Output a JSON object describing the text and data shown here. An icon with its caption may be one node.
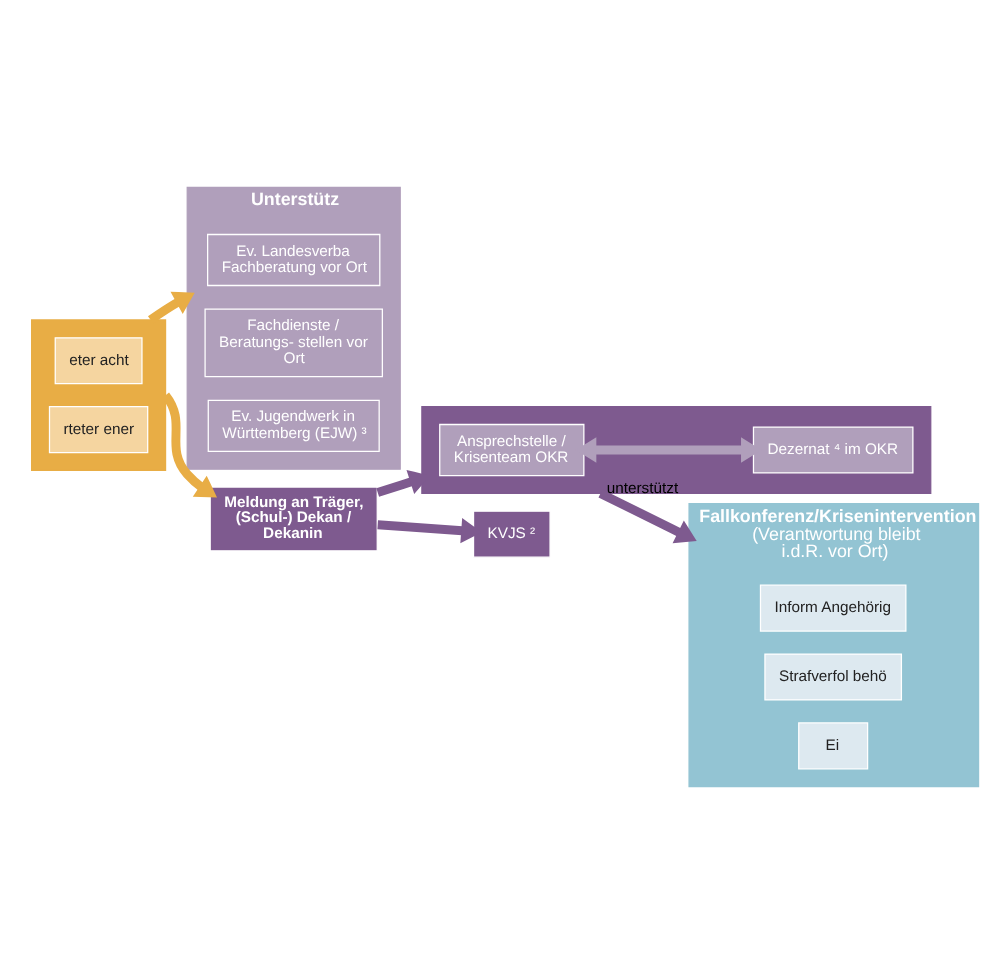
{
  "diagram": {
    "nodes": [
      {
        "text": [],
        "shape": "box"
      },
      {
        "text": [
          "eter acht"
        ],
        "in": 0
      },
      {
        "text": [
          "rteter ener"
        ],
        "in": 0
      },
      {
        "text": [
          "Unterstütz"
        ]
      },
      {
        "text": [
          "Ev. Landesverba Fachberatung vor Ort"
        ],
        "in": 3
      },
      {
        "text": [
          "Fachdienste / Beratungs- stellen vor Ort"
        ],
        "in": 3
      },
      {
        "text": [
          "Ev. Jugendwerk in Württemberg (EJW) ³"
        ],
        "in": 3
      },
      {
        "text": [
          "Meldung an Träger, (Schul-) Dekan / Dekanin"
        ]
      },
      {
        "text": [],
        "shape": "box"
      },
      {
        "text": [
          "Ansprechstelle / Krisenteam OKR"
        ],
        "in": 8
      },
      {
        "text": [
          "Dezernat ⁴ im OKR"
        ],
        "in": 8
      },
      {
        "text": [
          "KVJS ²"
        ]
      },
      {
        "text": [
          "Fallkonferenz/Krisenintervention",
          "(Verantwortung bleibt i.d.R. vor Ort)"
        ]
      },
      {
        "text": [
          "Inform Angehörig"
        ],
        "in": 12
      },
      {
        "text": [
          "Strafverfol behö"
        ],
        "in": 12
      },
      {
        "text": [
          "Ei"
        ],
        "in": 12
      }
    ],
    "edges": [
      {
        "from": 0,
        "to": 3,
        "arrow": "to",
        "color": "#e8ad45"
      },
      {
        "from": 0,
        "to": 7,
        "arrow": "to",
        "color": "#e8ad45"
      },
      {
        "from": 7,
        "to": 8,
        "arrow": "to"
      },
      {
        "from": 7,
        "to": 11,
        "arrow": "to"
      },
      {
        "from": 8,
        "to": 12,
        "label": "unterstützt",
        "arrow": "to"
      },
      {
        "from": 9,
        "to": 10,
        "arrow": "both",
        "color": "#b09fbb"
      }
    ]
  }
}
